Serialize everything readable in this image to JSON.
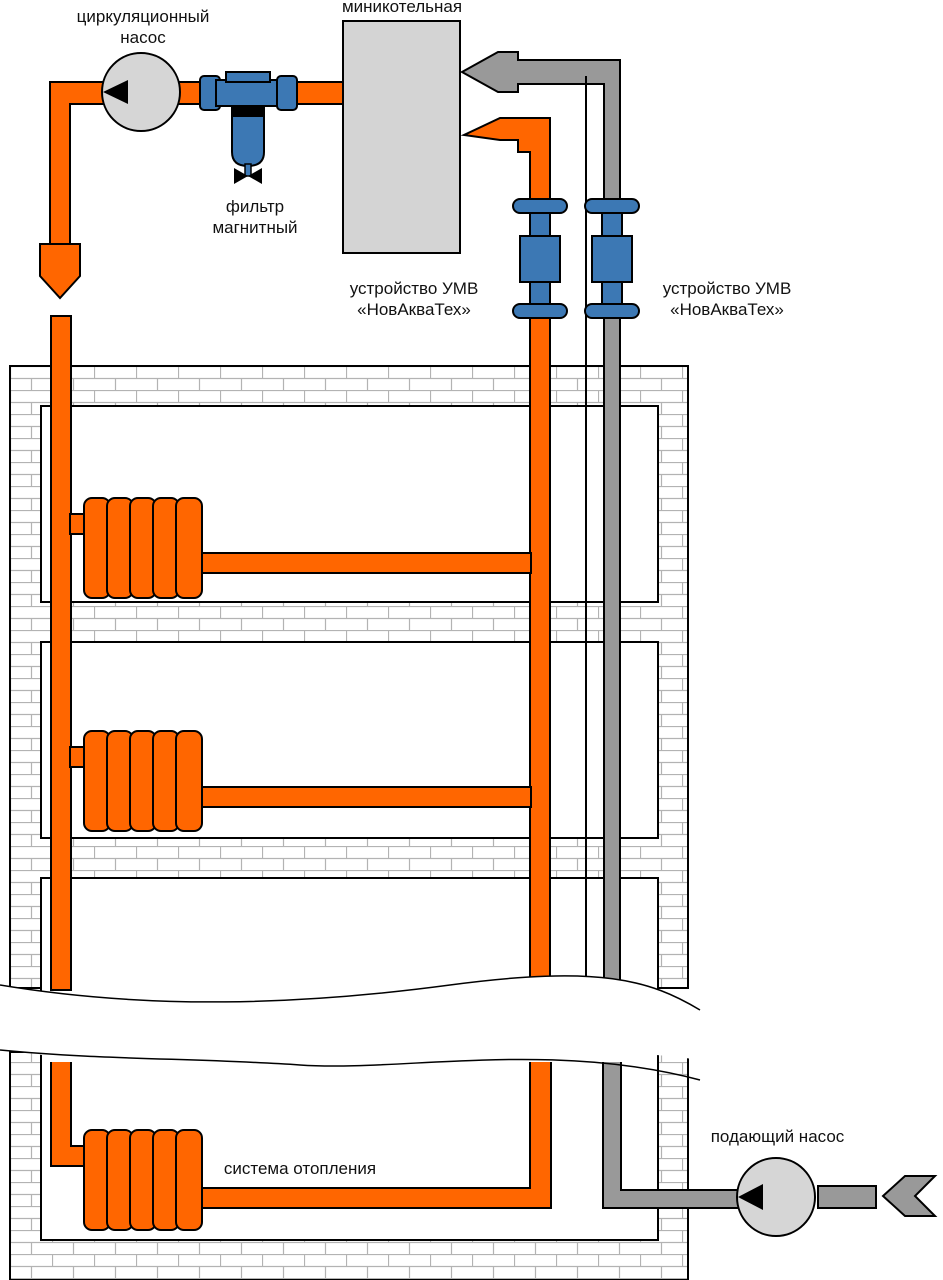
{
  "labels": {
    "circ_pump": [
      "циркуляционный",
      "насос"
    ],
    "mini_boiler": "миникотельная",
    "filter": [
      "фильтр",
      "магнитный"
    ],
    "umv_left": [
      "устройство УМВ",
      "«НовАкваТех»"
    ],
    "umv_right": [
      "устройство УМВ",
      "«НовАкваТех»"
    ],
    "heating": "система отопления",
    "feed_pump": "подающий насос"
  },
  "colors": {
    "hot_pipe": "#ff6600",
    "cold_pipe": "#999999",
    "device_blue": "#3c78b4",
    "boiler_fill": "#d4d4d4",
    "pump_fill": "#d6d6d6",
    "outline": "#000000",
    "brick_fill": "#ffffff",
    "brick_line": "#b3b3b3"
  },
  "icons": {
    "circ_pump": "pump-icon",
    "feed_pump": "pump-icon",
    "filter": "magnetic-filter-icon",
    "umv": "umv-device-icon",
    "radiator": "radiator-icon",
    "boiler": "boiler-icon"
  }
}
